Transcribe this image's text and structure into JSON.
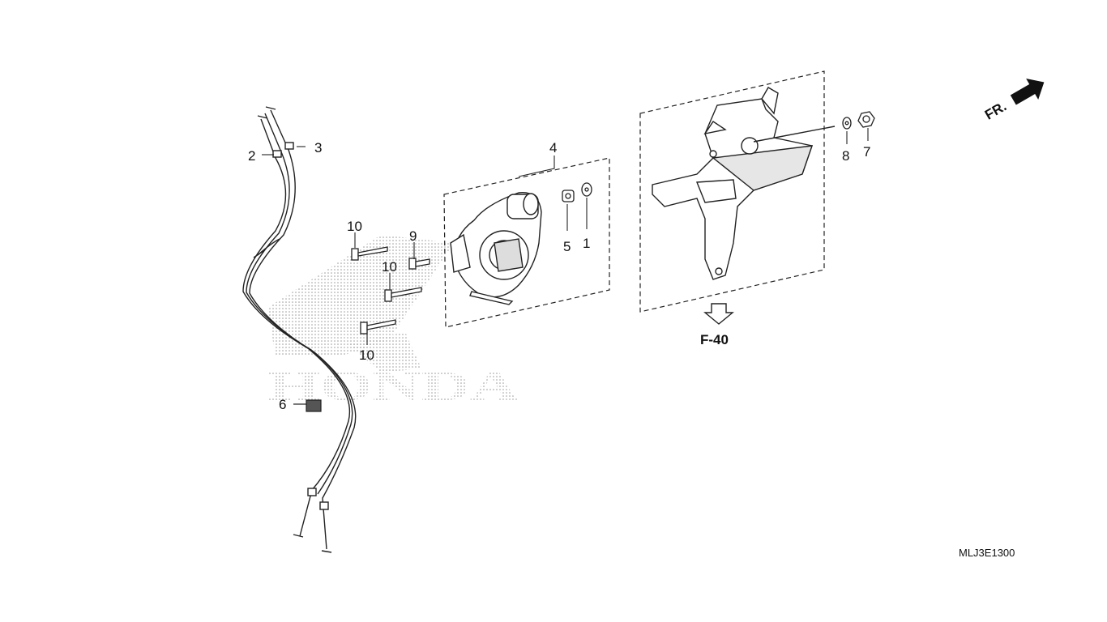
{
  "diagram": {
    "drawing_code": "MLJ3E1300",
    "reference_label": "F-40",
    "front_indicator": "FR.",
    "watermark": "HONDA",
    "callouts": {
      "c1": "1",
      "c2": "2",
      "c3": "3",
      "c4": "4",
      "c5": "5",
      "c6": "6",
      "c7": "7",
      "c8": "8",
      "c9": "9",
      "c10a": "10",
      "c10b": "10",
      "c10c": "10"
    }
  }
}
